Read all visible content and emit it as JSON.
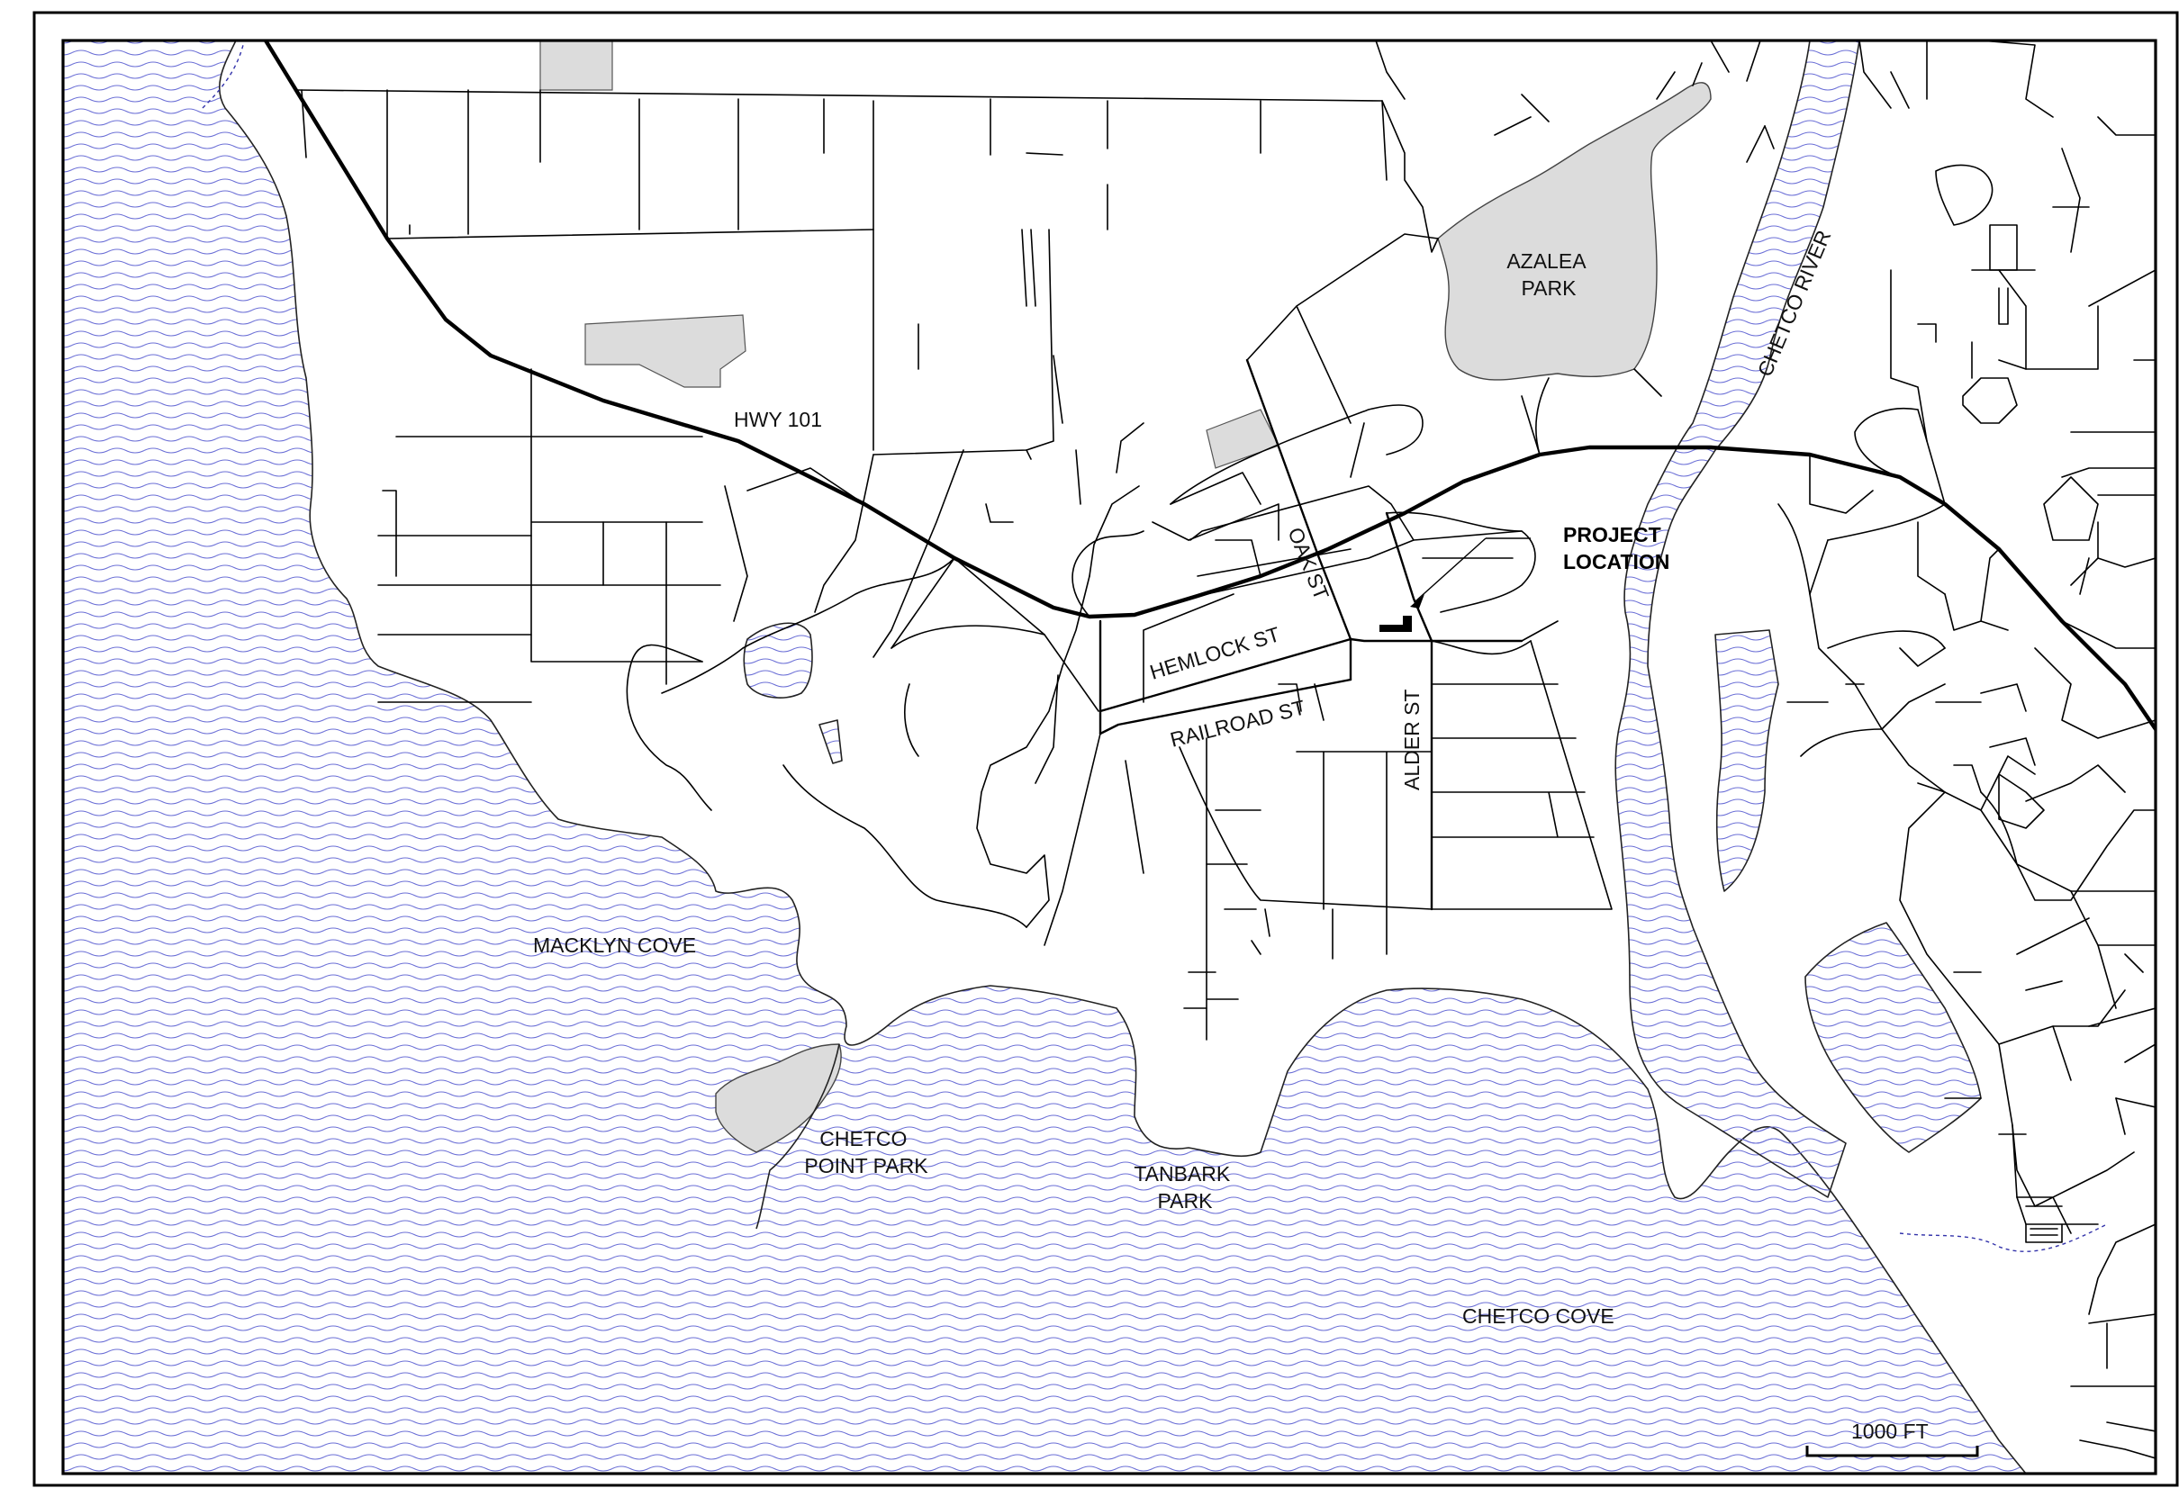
{
  "map": {
    "colors": {
      "water_line": "#6b6fd6",
      "water_background": "#ffffff",
      "park_fill": "#dcdcdc",
      "road": "#000000",
      "project_marker": "#000000"
    },
    "highway": {
      "label": "HWY 101"
    },
    "streets": {
      "hemlock": "HEMLOCK ST",
      "railroad": "RAILROAD ST",
      "oak": "OAK ST",
      "alder": "ALDER ST"
    },
    "places": {
      "azalea_park": [
        "AZALEA",
        "PARK"
      ],
      "chetco_river": "CHETCO RIVER",
      "macklyn_cove": "MACKLYN COVE",
      "chetco_point_park": [
        "CHETCO",
        "POINT PARK"
      ],
      "tanbark_park": [
        "TANBARK",
        "PARK"
      ],
      "chetco_cove": "CHETCO COVE"
    },
    "project": {
      "label": [
        "PROJECT",
        "LOCATION"
      ],
      "marker_icon": "project-building-icon",
      "arrow_icon": "leader-arrow-icon"
    },
    "scale_bar": {
      "label": "1000 FT"
    }
  }
}
